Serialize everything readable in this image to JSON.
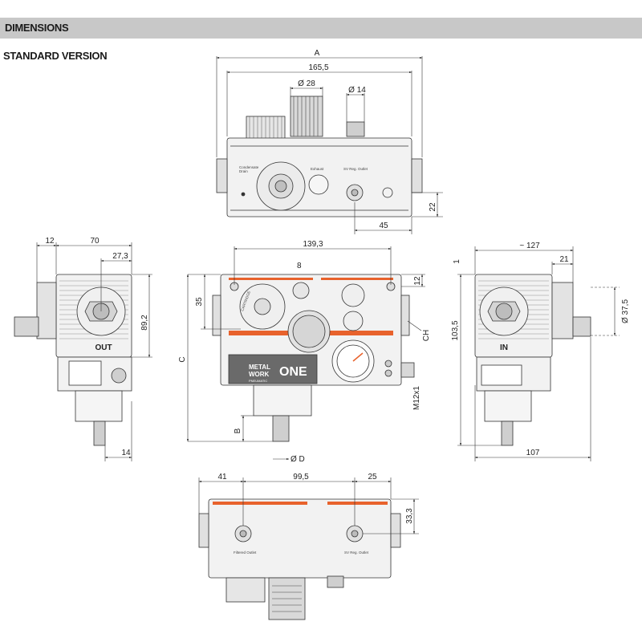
{
  "header": {
    "title": "DIMENSIONS",
    "subtitle": "STANDARD VERSION"
  },
  "dims": {
    "a": "A",
    "d165": "165,5",
    "dia28": "Ø 28",
    "dia14": "Ø 14",
    "d22": "22",
    "d45": "45",
    "d12_left": "12",
    "d70": "70",
    "d27": "27,3",
    "d89": "89,2",
    "d14": "14",
    "d139": "139,3",
    "hex8": "8",
    "d35": "35",
    "c": "C",
    "b": "B",
    "diaD": "Ø D",
    "d12_right": "12",
    "ch": "CH",
    "m12": "M12x1",
    "d127": "~ 127",
    "d1": "1",
    "d21": "21",
    "d103": "103,5",
    "dia37": "Ø 37,5",
    "d107": "107",
    "d41": "41",
    "d99": "99,5",
    "d25": "25",
    "d33": "33,3"
  },
  "labels": {
    "out": "OUT",
    "in": "IN",
    "brand1": "METAL",
    "brand2": "WORK",
    "brand3": "PNEUMATIC",
    "one": "ONE",
    "condensate": "Condensate",
    "drain": "Drain",
    "exhaust": "Exhaust",
    "sv_outlet_top": "SV Reg. Outlet",
    "filtered_outlet": "Filtered Outlet",
    "sv_outlet_bot": "SV Reg. Outlet",
    "cartridge": "CARTRIDGE"
  },
  "colors": {
    "orange": "#e8622c",
    "body": "#f2f2f2",
    "stroke": "#333333",
    "header": "#c8c8c8"
  }
}
